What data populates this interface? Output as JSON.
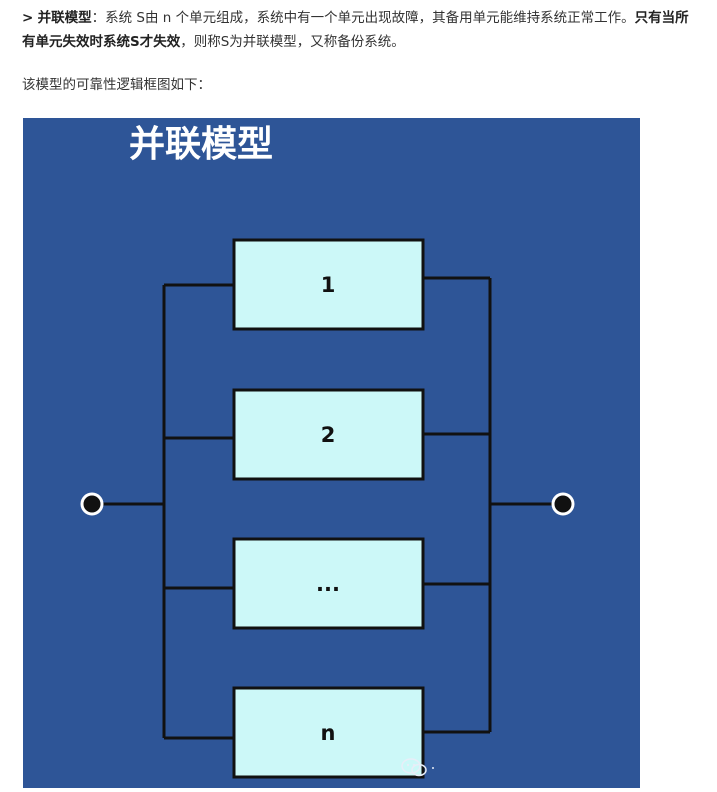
{
  "intro": {
    "marker": ">",
    "term": "并联模型",
    "sep": "：",
    "text1": "系统 S由 n 个单元组成，系统中有一个单元出现故障，其备用单元能维持系统正常工作。",
    "bold_sentence": "只有当所有单元失效时系统S才失效",
    "text2": "，则称S为并联模型，又称备份系统。"
  },
  "caption": "该模型的可靠性逻辑框图如下：",
  "figure": {
    "title": "并联模型",
    "units": [
      "1",
      "2",
      "...",
      "n"
    ],
    "colors": {
      "background": "#2e5597",
      "box_fill": "#ccf8f8",
      "line": "#111111",
      "title": "#ffffff"
    },
    "watermark_icon": "wechat-icon"
  }
}
